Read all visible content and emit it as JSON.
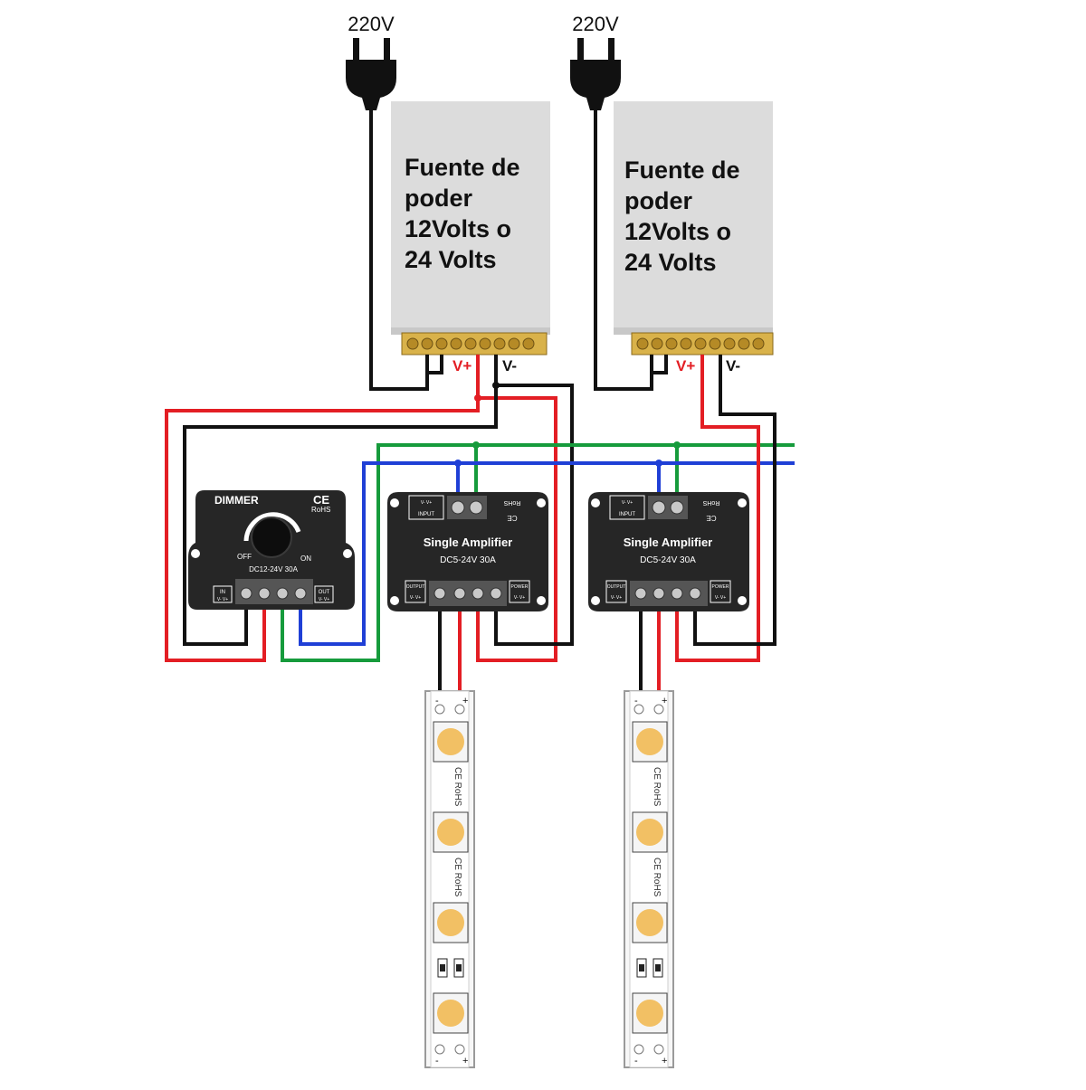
{
  "mains": [
    {
      "label": "220V"
    },
    {
      "label": "220V"
    }
  ],
  "power_supplies": [
    {
      "lines": [
        "Fuente de",
        "poder",
        "12Volts o",
        "24 Volts"
      ],
      "vplus": "V+",
      "vminus": "V-"
    },
    {
      "lines": [
        "Fuente de",
        "poder",
        "12Volts o",
        "24 Volts"
      ],
      "vplus": "V+",
      "vminus": "V-"
    }
  ],
  "dimmer": {
    "title": "DIMMER",
    "ce": "CE",
    "rohs": "RoHS",
    "off": "OFF",
    "on": "ON",
    "rating": "DC12-24V 30A",
    "in_label": "IN",
    "out_label": "OUT",
    "in_pins": "V- V+",
    "out_pins": "V- V+"
  },
  "amplifiers": [
    {
      "title": "Single Amplifier",
      "rating": "DC5-24V 30A",
      "input": "INPUT",
      "input_pins": "V- V+",
      "rohs": "RoHS",
      "ce": "CE",
      "output": "OUTPUT",
      "output_pins": "V- V+",
      "power": "POWER",
      "power_pins": "V- V+"
    },
    {
      "title": "Single Amplifier",
      "rating": "DC5-24V 30A",
      "input": "INPUT",
      "input_pins": "V- V+",
      "rohs": "RoHS",
      "ce": "CE",
      "output": "OUTPUT",
      "output_pins": "V- V+",
      "power": "POWER",
      "power_pins": "V- V+"
    }
  ],
  "strips": [
    {
      "minus": "-",
      "plus": "+",
      "marking": "CE RoHS"
    },
    {
      "minus": "-",
      "plus": "+",
      "marking": "CE RoHS"
    }
  ],
  "colors": {
    "red": "#e31e24",
    "black": "#111111",
    "green": "#169b3c",
    "blue": "#1f3fd6",
    "psu": "#dcdcdc",
    "module": "#262626",
    "led": "#f2c064"
  }
}
